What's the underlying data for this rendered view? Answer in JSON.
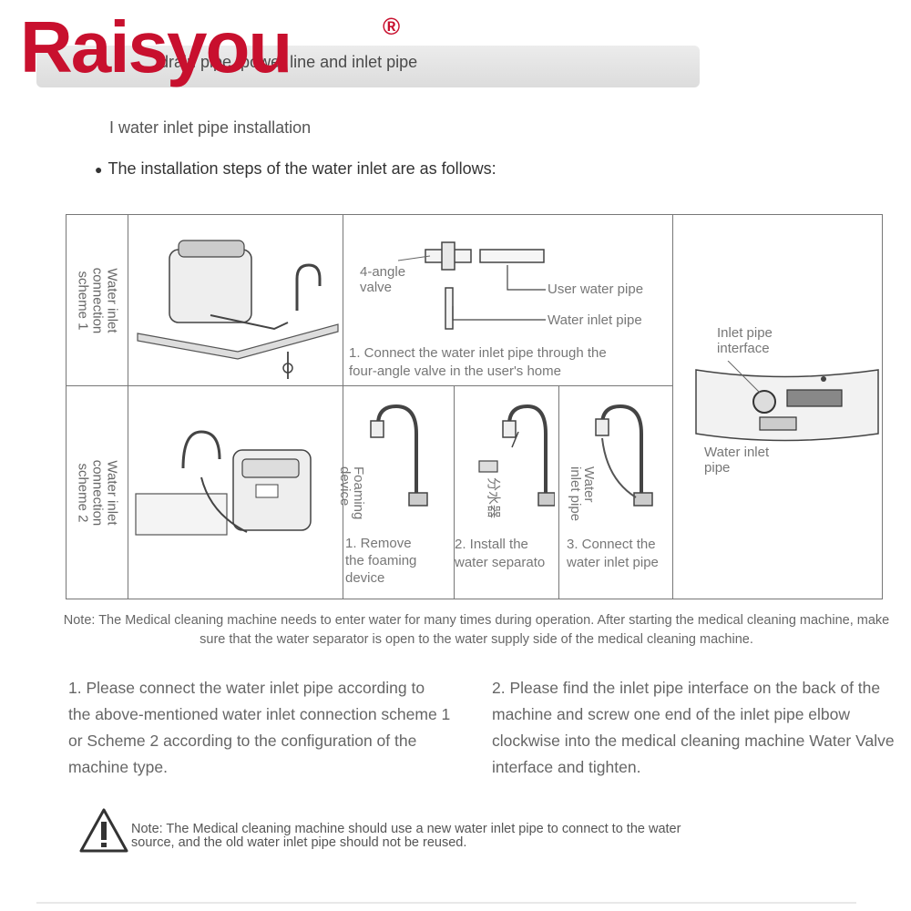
{
  "brand": {
    "name": "Raisyou",
    "mark": "®",
    "color": "#c8102e"
  },
  "header": {
    "text": "drain pipe, power line and inlet pipe"
  },
  "section": {
    "title": "I water inlet pipe installation",
    "bullet": "The installation steps of the water inlet are as follows:"
  },
  "table": {
    "scheme1_label": [
      "Water inlet",
      "connection",
      "scheme 1"
    ],
    "scheme2_label": [
      "Water inlet",
      "connection",
      "scheme 2"
    ],
    "valve_label": [
      "4-angle",
      "valve"
    ],
    "user_pipe": "User water pipe",
    "inlet_pipe": "Water inlet pipe",
    "step1_text": [
      "1. Connect the water inlet pipe through the",
      "four-angle valve in the user's home"
    ],
    "interface_label": [
      "Inlet pipe",
      "interface"
    ],
    "water_inlet_label": [
      "Water inlet",
      "pipe"
    ],
    "foaming_label": [
      "Foaming",
      "device"
    ],
    "remove_text": [
      "1. Remove",
      "the foaming",
      "device"
    ],
    "separator_cn": "分水器",
    "install_text": [
      "2. Install the",
      "water separato"
    ],
    "winlet_label": [
      "Water",
      "inlet pipe"
    ],
    "connect_text": [
      "3. Connect the",
      "water inlet pipe"
    ]
  },
  "note1": "Note: The Medical cleaning machine needs to enter water for many times during operation. After starting the medical cleaning machine, make sure that the water separator is open to the water supply side of the medical cleaning machine.",
  "para1": "1. Please connect the water inlet pipe according to the above-mentioned water inlet connection scheme 1 or Scheme 2 according to the configuration of the machine type.",
  "para2": "2. Please find the inlet pipe interface on the back of the machine and screw one end of the inlet pipe elbow clockwise into the medical cleaning machine Water Valve interface and tighten.",
  "note2": [
    "Note: The Medical cleaning machine should use a new water inlet pipe to connect to the water",
    "source, and the old water inlet pipe should not be reused."
  ],
  "icons": {
    "bullet": "bullet-dot-icon",
    "warning": "warning-triangle-icon"
  }
}
